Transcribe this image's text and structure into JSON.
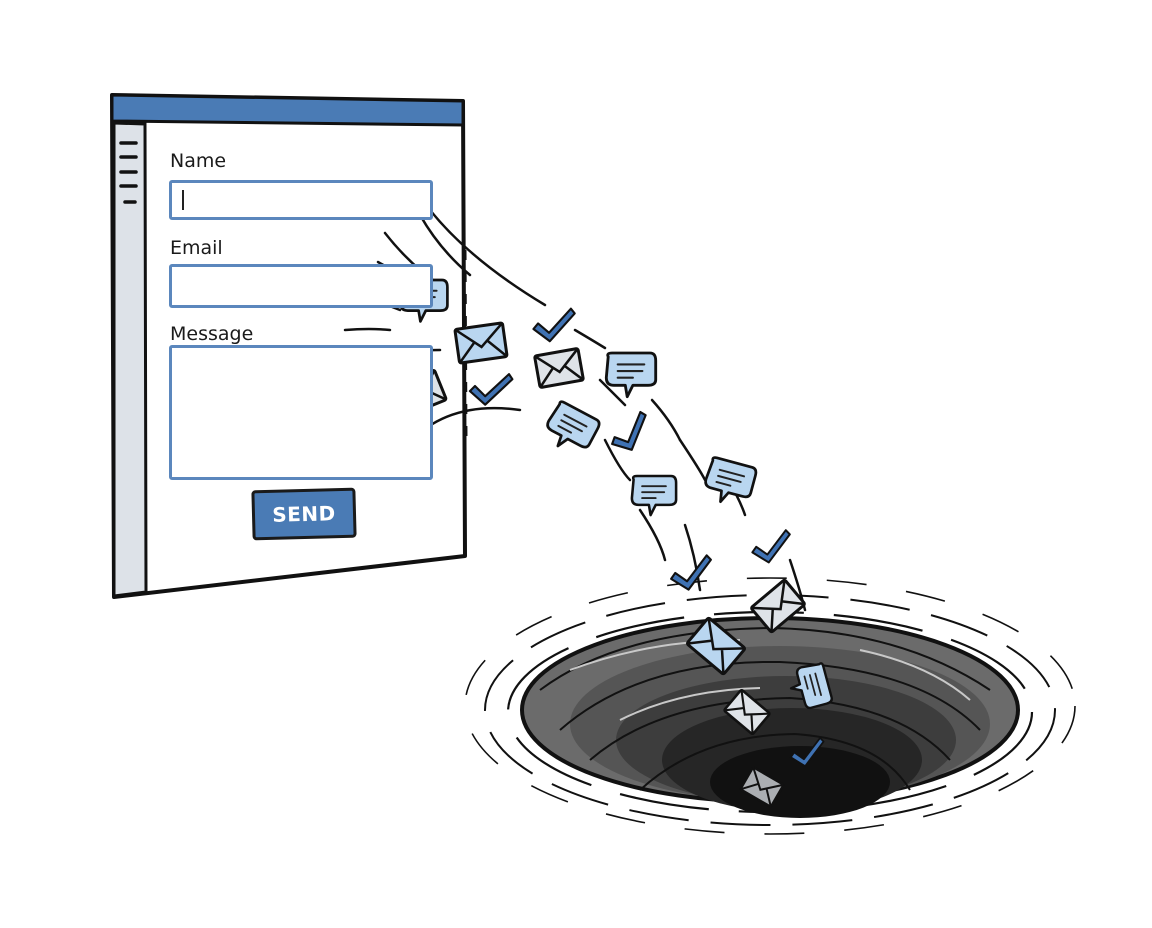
{
  "form": {
    "fields": [
      {
        "label": "Name",
        "value": "",
        "has_cursor": true
      },
      {
        "label": "Email",
        "value": ""
      },
      {
        "label": "Message",
        "value": ""
      }
    ],
    "submit_label": "SEND"
  },
  "sidebar": {
    "lines": 5
  },
  "colors": {
    "titlebar": "#4a7bb5",
    "field_border": "#5b87bd",
    "sidebar": "#dde2e8",
    "outline": "#111111",
    "bubble_fill": "#b9d6f0",
    "envelope_fill": "#dfe3e8",
    "check": "#3f72b3",
    "vortex_dark": "#1e1e1e",
    "vortex_mid": "#6b6b6b"
  },
  "illustration": {
    "falling_items": [
      {
        "type": "chat-bubble"
      },
      {
        "type": "envelope"
      },
      {
        "type": "checkmark"
      },
      {
        "type": "envelope"
      },
      {
        "type": "chat-bubble"
      },
      {
        "type": "checkmark"
      },
      {
        "type": "chat-bubble"
      },
      {
        "type": "checkmark"
      },
      {
        "type": "chat-bubble"
      },
      {
        "type": "chat-bubble"
      },
      {
        "type": "checkmark"
      },
      {
        "type": "checkmark"
      },
      {
        "type": "envelope"
      },
      {
        "type": "envelope"
      },
      {
        "type": "chat-bubble"
      },
      {
        "type": "envelope"
      },
      {
        "type": "checkmark"
      },
      {
        "type": "envelope"
      }
    ],
    "vortex": "black-hole-swirl"
  }
}
